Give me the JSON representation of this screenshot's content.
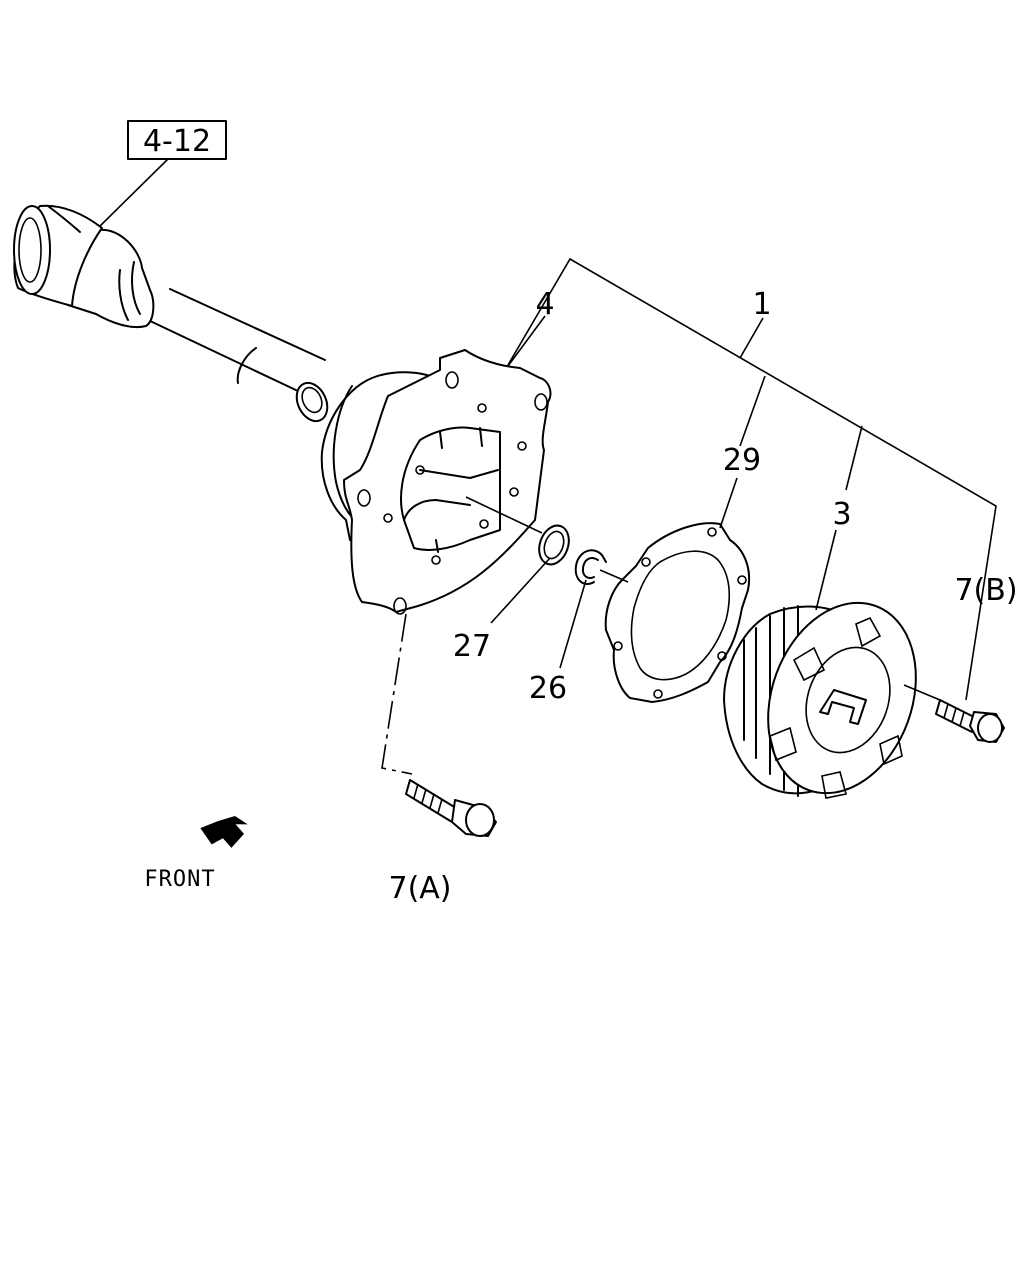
{
  "reference_box": "4-12",
  "callouts": {
    "assembly": "1",
    "flange": "4",
    "gasket": "29",
    "hub_cap": "3",
    "ring_27": "27",
    "snap_ring_26": "26",
    "bolt_a": "7(A)",
    "bolt_b": "7(B)"
  },
  "direction_label": "FRONT"
}
